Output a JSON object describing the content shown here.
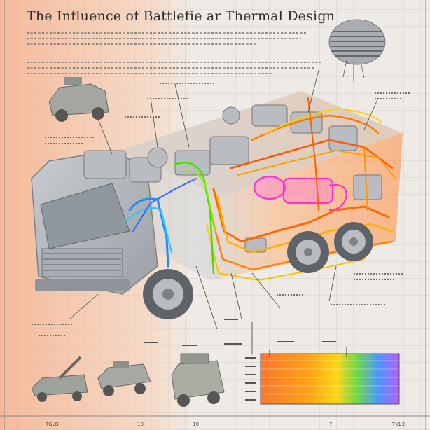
{
  "title": "The Influence of Battlefie ar Thermal Design",
  "footer": {
    "left": "TGLO",
    "mid1": "10",
    "mid2": "10",
    "right1": "7",
    "right2": "Tx1:8"
  },
  "colors": {
    "hot": "#ff5a00",
    "warm": "#ffb000",
    "cool": "#1e8cff",
    "magenta": "#ff2fd0",
    "green": "#46e000"
  },
  "icons": [
    "heatsink-icon",
    "armored-vehicle-icon",
    "artillery-vehicle-icon",
    "truck-icon"
  ]
}
